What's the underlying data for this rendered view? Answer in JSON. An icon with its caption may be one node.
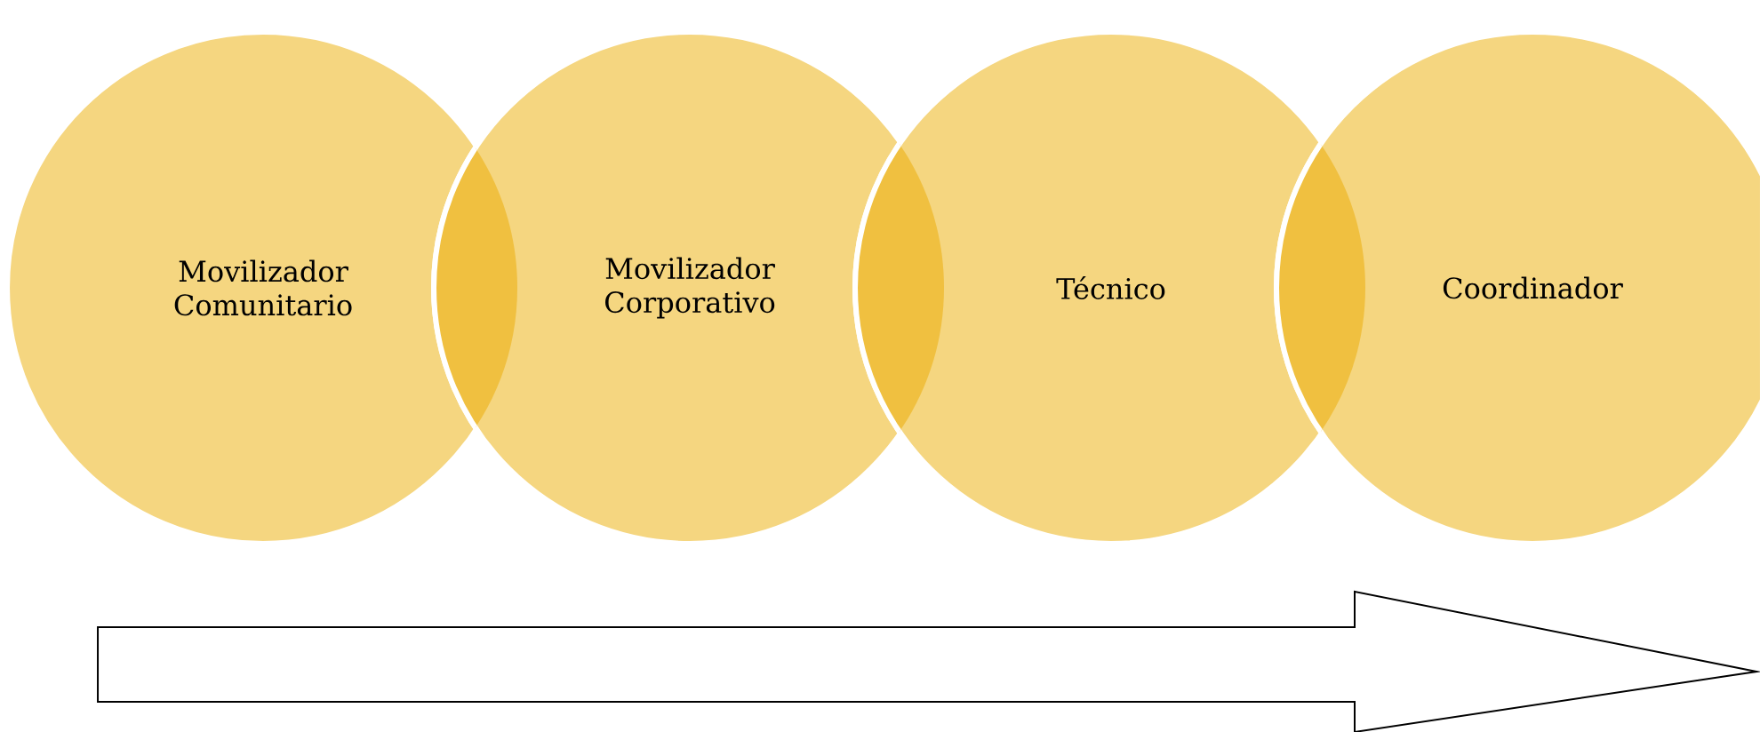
{
  "diagram": {
    "nodes": [
      {
        "text": [
          "Movilizador Comunitario"
        ]
      },
      {
        "text": [
          "Movilizador Corporativo"
        ]
      },
      {
        "text": [
          "Técnico"
        ]
      },
      {
        "text": [
          "Coordinador"
        ]
      }
    ]
  }
}
